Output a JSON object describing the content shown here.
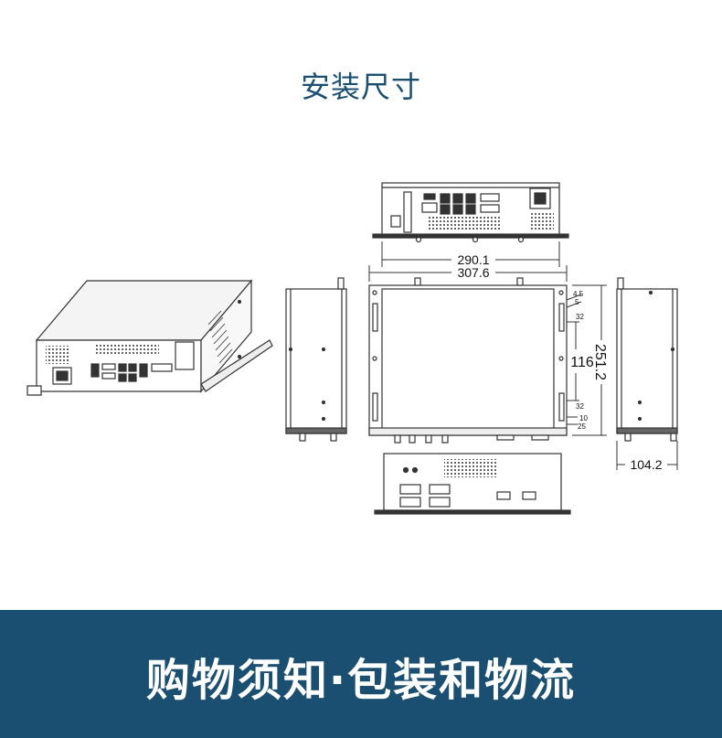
{
  "section_title": "安装尺寸",
  "dimensions": {
    "inner_width": "290.1",
    "outer_width": "307.6",
    "depth": "251.2",
    "slot_spacing": "116",
    "height": "104.2",
    "small_4_5": "4.5",
    "small_5": "5",
    "small_32_top": "32",
    "small_32_bottom": "32",
    "small_10": "10",
    "small_25": "25"
  },
  "banner": {
    "text": "购物须知·包装和物流"
  },
  "colors": {
    "title": "#1a4f72",
    "banner_bg": "#1a4f72",
    "banner_text": "#ffffff",
    "line": "#333333"
  }
}
